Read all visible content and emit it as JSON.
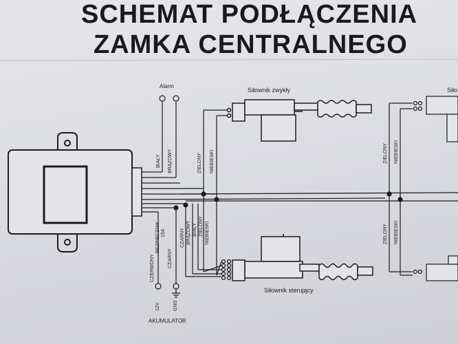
{
  "title": {
    "line1": "SCHEMAT PODŁĄCZENIA",
    "line2": "ZAMKA CENTRALNEGO"
  },
  "labels": {
    "alarm": "Alarm",
    "actuator_normal": "Siłownik zwykły",
    "actuator_right": "Siło",
    "actuator_control": "Siłownik sterujący",
    "battery": "AKUMULATOR",
    "v12": "12V",
    "gnd": "GND",
    "fuse": "BEZPIECZNIK",
    "fuse_rating": "15A"
  },
  "wire_labels": {
    "alarm_white": "BIAŁY",
    "alarm_brown": "BRĄZOWY",
    "top_green": "ZIELONY",
    "top_blue": "NIEBIESKI",
    "right_green": "ZIELONY",
    "right_blue": "NIEBIESKI",
    "right_green2": "ZIELONY",
    "right_blue2": "NIEBIESKI",
    "red": "CZERWONY",
    "black": "CZARNY",
    "bottom_black": "CZARNY",
    "bottom_brown": "BRĄZOWY",
    "bottom_white": "BIAŁY",
    "bottom_green": "ZIELONY",
    "bottom_blue": "NIEBIESKI"
  },
  "colors": {
    "ink": "#1c1c1c",
    "paper": "#e3e3e7"
  }
}
